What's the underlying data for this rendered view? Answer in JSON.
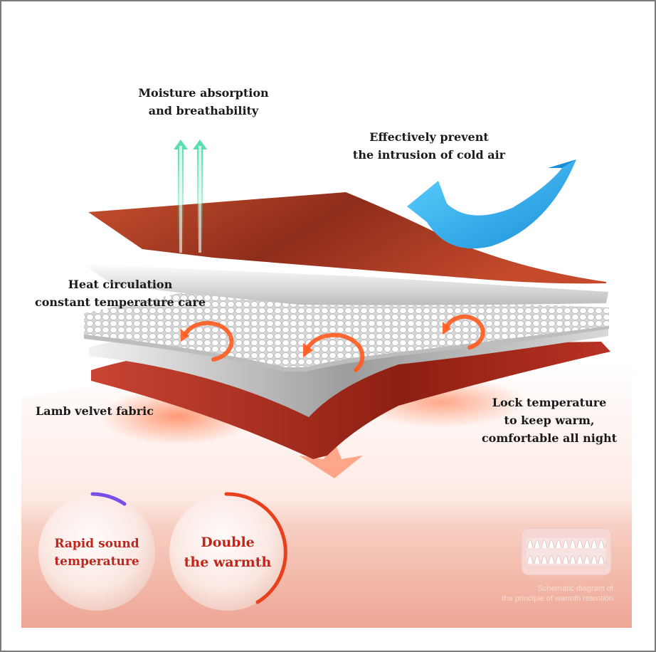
{
  "labels": {
    "moisture": [
      "Moisture absorption",
      "and breathability"
    ],
    "cold_air": [
      "Effectively prevent",
      "the intrusion of cold air"
    ],
    "heat_circulation": [
      "Heat circulation",
      "constant temperature care"
    ],
    "lamb_velvet": "Lamb velvet fabric",
    "lock_temp": [
      "Lock temperature",
      "to keep warm,",
      "comfortable all night"
    ]
  },
  "badges": {
    "rapid": [
      "Rapid sound",
      "temperature"
    ],
    "double": [
      "Double",
      "the warmth"
    ]
  },
  "inset_caption": [
    "Schematic diagram of",
    "the principle of warmth retention"
  ],
  "colors": {
    "fabric_red": "#b8402a",
    "heat_orange": "#ff5a1e",
    "cold_blue": "#2aa8e8",
    "badge_text": "#c0261c",
    "background_pink": "#f2c2b4"
  },
  "icons": [
    "up-arrow-icon",
    "curved-arrow-icon",
    "circular-arrow-icon"
  ]
}
